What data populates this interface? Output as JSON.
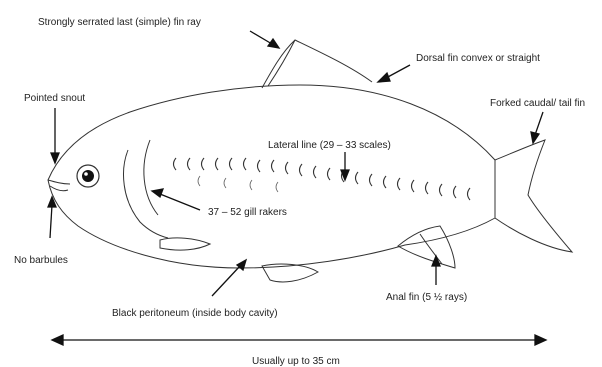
{
  "labels": {
    "fin_ray": "Strongly serrated last (simple) fin ray",
    "dorsal_fin": "Dorsal fin convex or straight",
    "pointed_snout": "Pointed snout",
    "caudal_fin": "Forked caudal/ tail fin",
    "lateral_line": "Lateral line (29 – 33 scales)",
    "gill_rakers": "37 – 52 gill rakers",
    "no_barbules": "No barbules",
    "anal_fin": "Anal fin (5 ½ rays)",
    "peritoneum": "Black peritoneum (inside body cavity)",
    "size": "Usually up to 35 cm"
  }
}
